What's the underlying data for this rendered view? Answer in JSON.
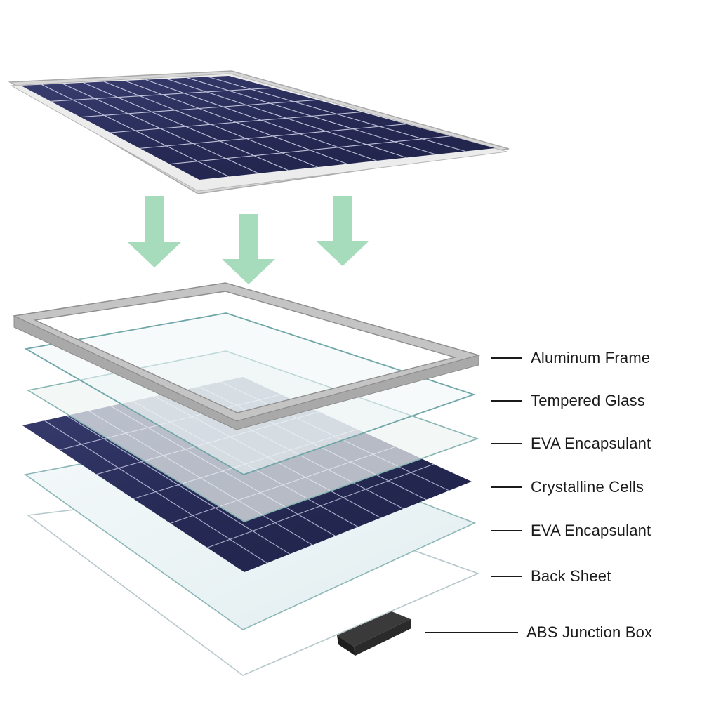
{
  "layers": [
    {
      "label": "Aluminum Frame"
    },
    {
      "label": "Tempered Glass"
    },
    {
      "label": "EVA Encapsulant"
    },
    {
      "label": "Crystalline Cells"
    },
    {
      "label": "EVA Encapsulant"
    },
    {
      "label": "Back Sheet"
    },
    {
      "label": "ABS Junction Box"
    }
  ],
  "colors": {
    "arrow": "#a6dcbc",
    "cell": "#2b2f5c",
    "frame": "#b8b8b8",
    "glass_fill": "#eef5f6",
    "glass_edge": "#7fb0b0",
    "junction_box": "#2a2a2a"
  }
}
